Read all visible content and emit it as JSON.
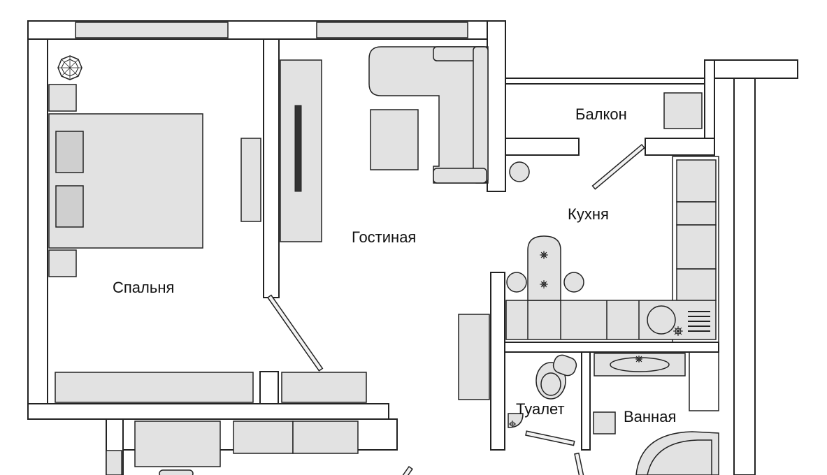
{
  "plan": {
    "rooms": {
      "bedroom": "Спальня",
      "living": "Гостиная",
      "balcony": "Балкон",
      "kitchen": "Кухня",
      "toilet": "Туалет",
      "bathroom": "Ванная"
    }
  },
  "colors": {
    "wall_stroke": "#222222",
    "furniture_fill": "#e2e2e2",
    "pillow_fill": "#cfcfcf",
    "tv_fill": "#333333",
    "background": "#ffffff"
  }
}
